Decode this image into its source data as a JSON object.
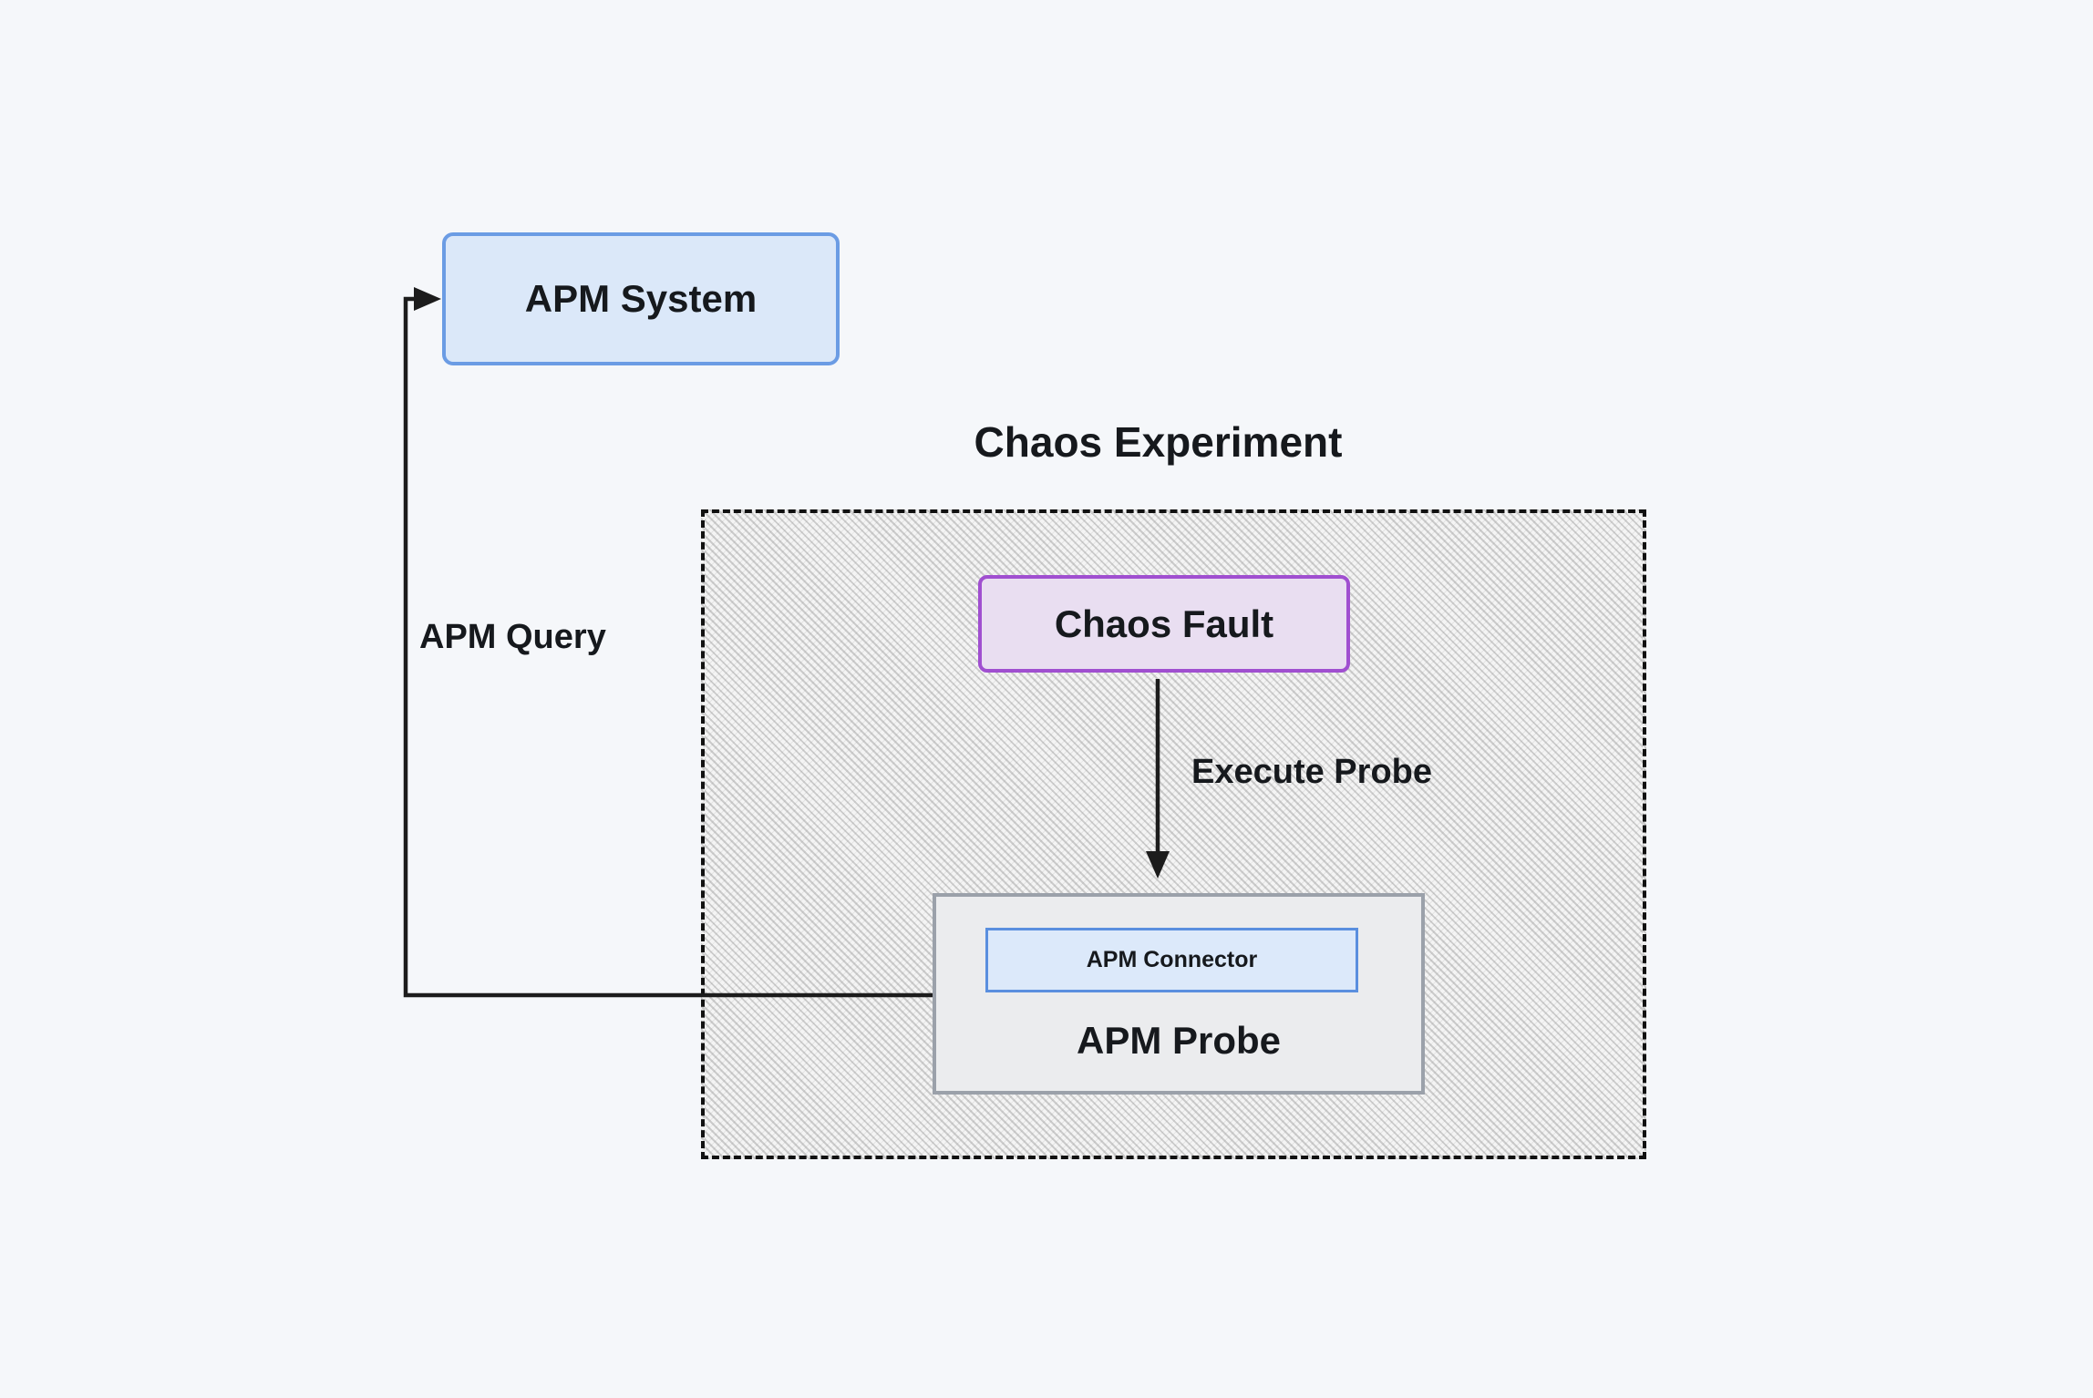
{
  "diagram": {
    "title": "Chaos Experiment",
    "nodes": {
      "apm_system": {
        "label": "APM System"
      },
      "chaos_fault": {
        "label": "Chaos Fault"
      },
      "apm_probe": {
        "label": "APM Probe"
      },
      "apm_connector": {
        "label": "APM Connector"
      }
    },
    "edges": {
      "execute_probe": {
        "label": "Execute Probe",
        "from": "chaos_fault",
        "to": "apm_probe"
      },
      "apm_query": {
        "label": "APM Query",
        "from": "apm_probe",
        "to": "apm_system"
      }
    }
  },
  "colors": {
    "background": "#f5f7fa",
    "apm_system_fill": "#dbe8f9",
    "apm_system_border": "#6b9ce4",
    "chaos_fault_fill": "#e9def1",
    "chaos_fault_border": "#a04fd0",
    "apm_probe_fill": "#ebecee",
    "apm_probe_border": "#9ba1aa",
    "apm_connector_fill": "#dce9fa",
    "apm_connector_border": "#5a8fdf",
    "experiment_box_border": "#111111",
    "edge_line": "#1c1c1c",
    "text": "#16191d"
  }
}
